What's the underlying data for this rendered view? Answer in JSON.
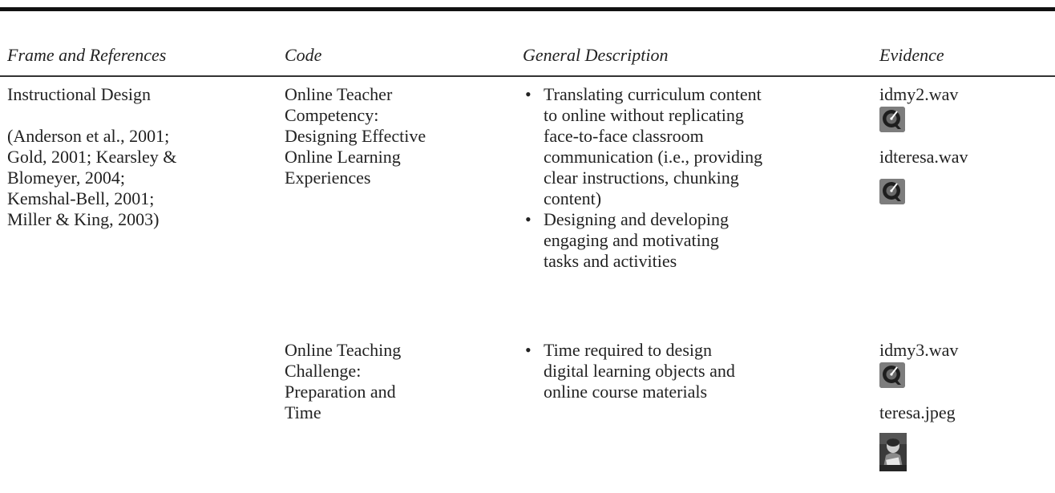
{
  "table": {
    "headers": {
      "frame": "Frame and References",
      "code": "Code",
      "description": "General Description",
      "evidence": "Evidence"
    },
    "rows": [
      {
        "frame_title": "Instructional Design",
        "frame_refs": [
          "(Anderson et al., 2001;",
          "Gold, 2001; Kearsley &",
          "Blomeyer, 2004;",
          "Kemshal-Bell, 2001;",
          "Miller & King, 2003)"
        ],
        "code_lines": [
          "Online Teacher",
          "Competency:",
          "Designing Effective",
          "Online Learning",
          "Experiences"
        ],
        "bullets": [
          [
            "Translating curriculum content",
            "to online without replicating",
            "face-to-face classroom",
            "communication (i.e., providing",
            "clear instructions, chunking",
            "content)"
          ],
          [
            "Designing and developing",
            "engaging and motivating",
            "tasks and activities"
          ]
        ],
        "evidence": [
          {
            "file": "idmy2.wav",
            "icon": "quicktime-audio-icon"
          },
          {
            "file": "idteresa.wav",
            "icon": "quicktime-audio-icon"
          }
        ]
      },
      {
        "code_lines": [
          "Online Teaching",
          "Challenge:",
          "Preparation and",
          "Time"
        ],
        "bullets": [
          [
            "Time required to design",
            "digital learning objects and",
            "online course materials"
          ]
        ],
        "evidence": [
          {
            "file": "idmy3.wav",
            "icon": "quicktime-audio-icon"
          },
          {
            "file": "teresa.jpeg",
            "icon": "photo-thumbnail"
          }
        ]
      }
    ]
  }
}
